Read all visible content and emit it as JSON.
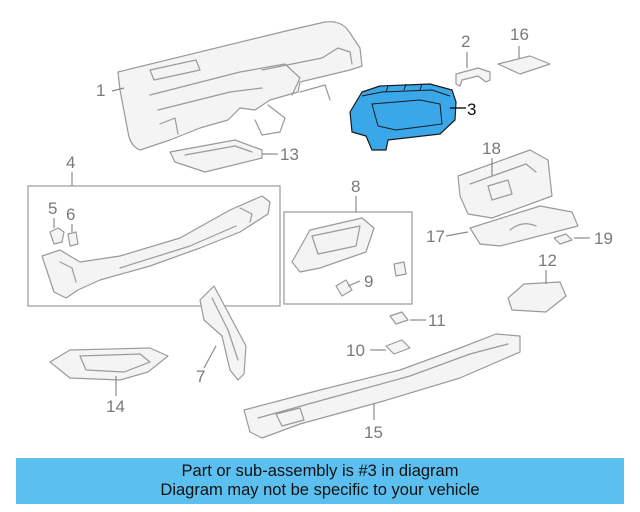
{
  "diagram": {
    "callouts": {
      "c1": "1",
      "c2": "2",
      "c3": "3",
      "c4": "4",
      "c5": "5",
      "c6": "6",
      "c7": "7",
      "c8": "8",
      "c9": "9",
      "c10": "10",
      "c11": "11",
      "c12": "12",
      "c13": "13",
      "c14": "14",
      "c15": "15",
      "c16": "16",
      "c17": "17",
      "c18": "18",
      "c19": "19"
    },
    "highlighted_part": "3",
    "highlight_color": "#3aa7e8",
    "line_color": "#9a9a9a"
  },
  "banner": {
    "line1": "Part or sub-assembly is #3 in diagram",
    "line2": "Diagram may not be specific to your vehicle",
    "background": "#5bc0f0"
  }
}
